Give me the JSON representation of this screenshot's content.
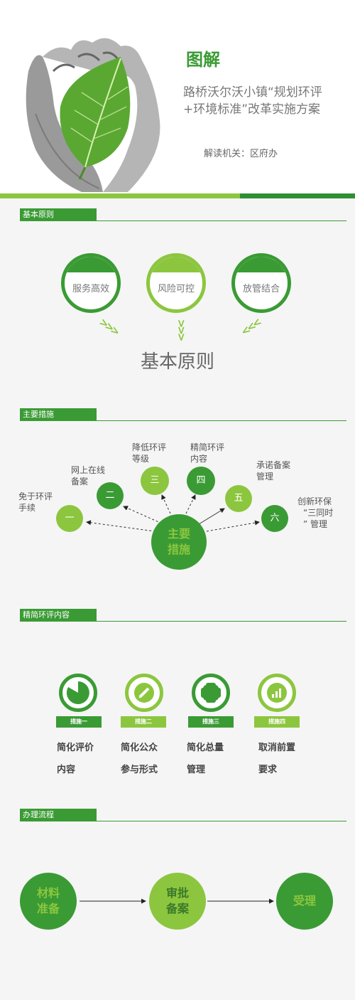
{
  "header": {
    "title": "图解",
    "subtitle_line1": "路桥沃尔沃小镇“规划环评",
    "subtitle_line2": "+环境标准”改革实施方案",
    "issuer": "解读机关：区府办"
  },
  "sections": {
    "basic": "基本原则",
    "measures": "主要措施",
    "simplify": "精简环评内容",
    "process": "办理流程"
  },
  "principles": {
    "items": [
      "服务高效",
      "风险可控",
      "放管结合"
    ],
    "caption": "基本原则"
  },
  "measures": {
    "center_line1": "主要",
    "center_line2": "措施",
    "nodes": [
      "一",
      "二",
      "三",
      "四",
      "五",
      "六"
    ],
    "labels": [
      [
        "免于环评",
        "手续"
      ],
      [
        "网上在线",
        "备案"
      ],
      [
        "降低环评",
        "等级"
      ],
      [
        "精简环评",
        "内容"
      ],
      [
        "承诺备案",
        "管理"
      ],
      [
        "创新环保",
        "“三同时",
        "” 管理"
      ]
    ]
  },
  "simplify": {
    "items": [
      {
        "tag": "措施一",
        "line1": "简化评价",
        "line2": "内容",
        "icon": "pie-chart-icon"
      },
      {
        "tag": "措施二",
        "line1": "简化公众",
        "line2": "参与形式",
        "icon": "pencil-icon"
      },
      {
        "tag": "措施三",
        "line1": "简化总量",
        "line2": "管理",
        "icon": "chip-icon"
      },
      {
        "tag": "措施四",
        "line1": "取消前置",
        "line2": "要求",
        "icon": "bar-chart-icon"
      }
    ]
  },
  "process": {
    "steps": [
      {
        "line1": "材料",
        "line2": "准备"
      },
      {
        "line1": "审批",
        "line2": "备案"
      },
      {
        "line1": "受理"
      }
    ]
  },
  "colors": {
    "dark_green": "#3a9b34",
    "light_green": "#8cc63f"
  }
}
